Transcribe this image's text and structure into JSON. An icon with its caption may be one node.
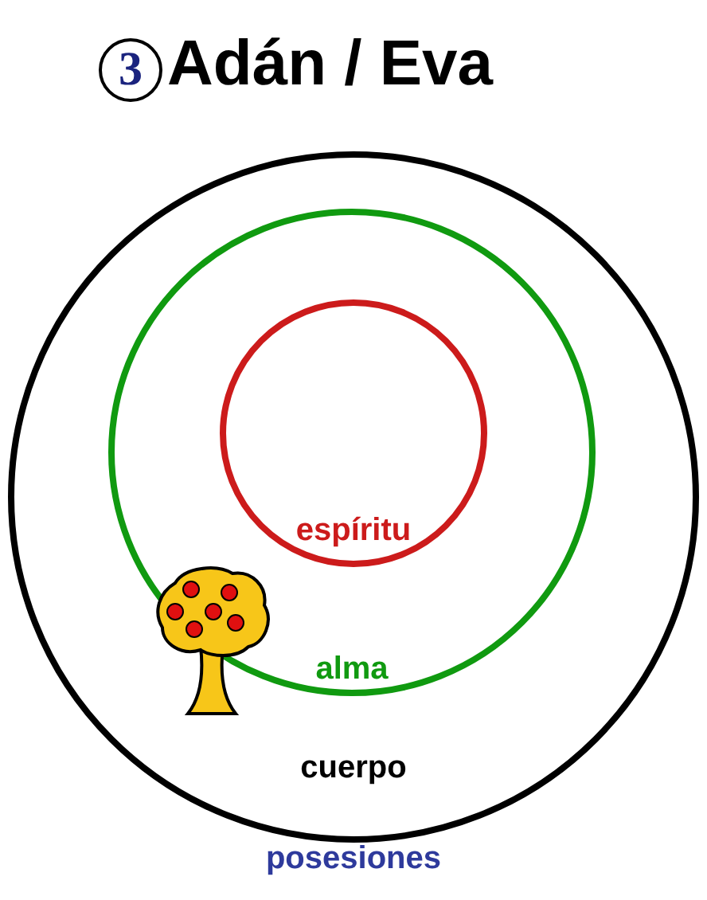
{
  "diagram": {
    "title": "Adán / Eva",
    "nodes": [
      {
        "text": [
          "3"
        ]
      },
      {
        "text": [
          "cuerpo"
        ]
      },
      {
        "text": [
          "alma"
        ],
        "in": 1
      },
      {
        "text": [
          "espíritu"
        ],
        "in": 2
      }
    ],
    "labels": [
      "posesiones"
    ]
  }
}
